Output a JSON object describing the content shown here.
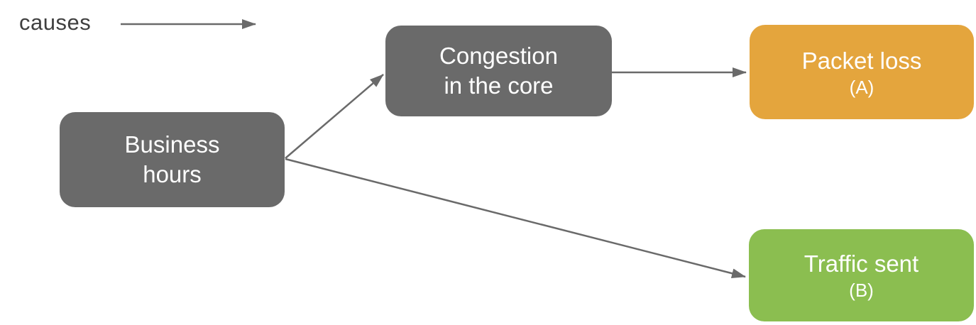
{
  "diagram": {
    "legend": {
      "label": "causes",
      "arrow_color": "#6a6a6a",
      "text_color": "#3f3f3f"
    },
    "nodes": [
      {
        "id": "business-hours",
        "label": "Business\nhours",
        "sublabel": "",
        "color": "#6a6a6a",
        "text_color": "#ffffff"
      },
      {
        "id": "congestion-in-the-core",
        "label": "Congestion\nin the core",
        "sublabel": "",
        "color": "#6a6a6a",
        "text_color": "#ffffff"
      },
      {
        "id": "packet-loss",
        "label": "Packet loss",
        "sublabel": "(A)",
        "color": "#e4a53d",
        "text_color": "#ffffff"
      },
      {
        "id": "traffic-sent",
        "label": "Traffic sent",
        "sublabel": "(B)",
        "color": "#8bbe50",
        "text_color": "#ffffff"
      }
    ],
    "edges": [
      {
        "from": "business-hours",
        "to": "congestion-in-the-core"
      },
      {
        "from": "congestion-in-the-core",
        "to": "packet-loss"
      },
      {
        "from": "business-hours",
        "to": "traffic-sent"
      }
    ],
    "edge_color": "#6a6a6a"
  }
}
